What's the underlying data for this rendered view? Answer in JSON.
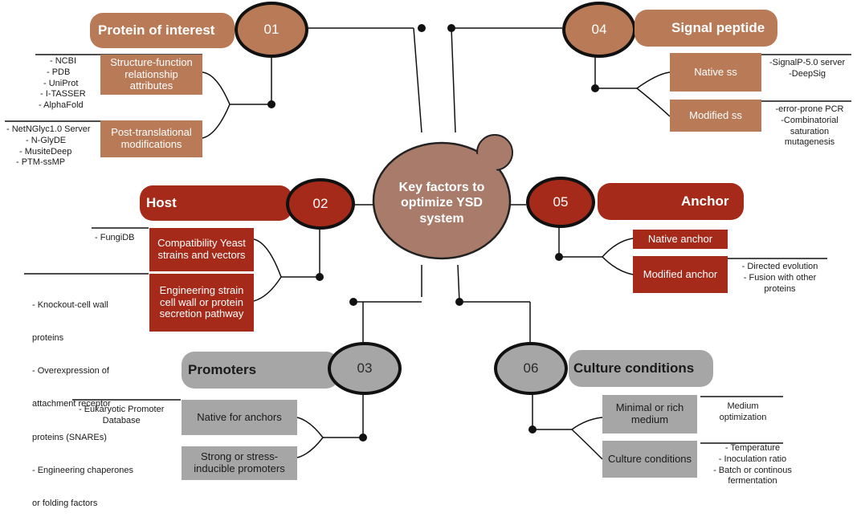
{
  "colors": {
    "copper": "#b97a57",
    "red": "#a52a1a",
    "gray": "#a6a6a6",
    "center": "#a87b6a"
  },
  "center": {
    "label": "Key factors to optimize YSD system"
  },
  "sections": {
    "protein": {
      "title": "Protein of interest",
      "number": "01",
      "sub1": "Structure-function relationship attributes",
      "sub2": "Post-translational modifications",
      "tools1": [
        "- NCBI",
        "-   PDB",
        "- UniProt",
        "-   I-TASSER",
        "-   AlphaFold"
      ],
      "tools2": [
        "- NetNGlyc1.0 Server",
        "- N-GlyDE",
        "- MusiteDeep",
        "- PTM-ssMP"
      ]
    },
    "signal": {
      "title": "Signal peptide",
      "number": "04",
      "sub1": "Native ss",
      "sub2": "Modified ss",
      "tools1": [
        "-SignalP-5.0 server",
        "-DeepSig"
      ],
      "tools2": [
        "-error-prone PCR",
        "-Combinatorial",
        "saturation",
        "mutagenesis"
      ]
    },
    "host": {
      "title": "Host",
      "number": "02",
      "sub1": "Compatibility Yeast strains and vectors",
      "sub2": "Engineering strain cell wall or protein secretion pathway",
      "tools1": [
        "- FungiDB"
      ],
      "tools2": [
        "-   Knockout-cell wall",
        "    proteins",
        "-   Overexpression of",
        "    attachment receptor",
        "    proteins (SNAREs)",
        "-   Engineering chaperones",
        "    or folding factors"
      ]
    },
    "anchor": {
      "title": "Anchor",
      "number": "05",
      "sub1": "Native anchor",
      "sub2": "Modified anchor",
      "tools2": [
        "- Directed evolution",
        "- Fusion with other",
        "proteins"
      ]
    },
    "promoters": {
      "title": "Promoters",
      "number": "03",
      "sub1": "Native for anchors",
      "sub2": "Strong or stress-inducible promoters",
      "tools1": [
        "- Eukaryotic Promoter",
        "Database"
      ]
    },
    "culture": {
      "title": "Culture conditions",
      "number": "06",
      "sub1": "Minimal or rich medium",
      "sub2": "Culture conditions",
      "tools1": [
        "Medium",
        "optimization"
      ],
      "tools2": [
        "- Temperature",
        "- Inoculation ratio",
        "- Batch or continous",
        "fermentation"
      ]
    }
  }
}
